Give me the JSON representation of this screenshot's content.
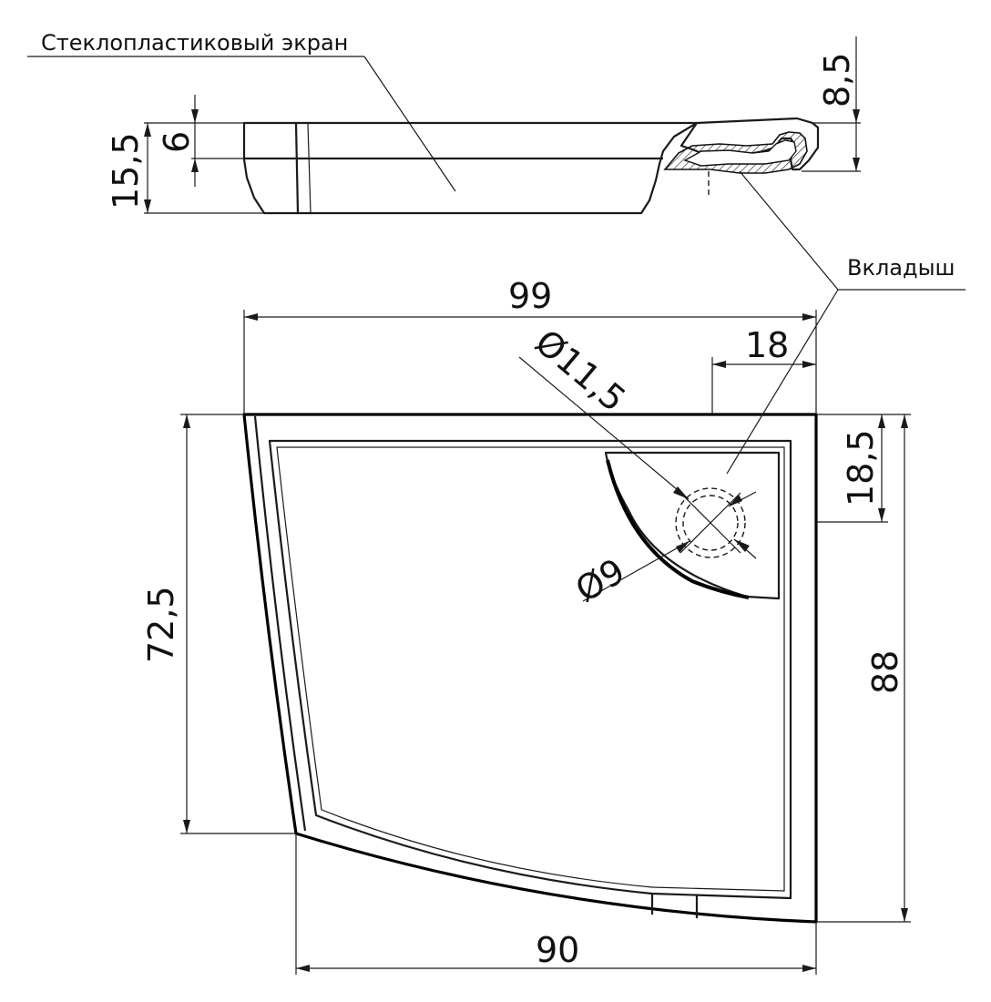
{
  "labels": {
    "screen": "Стеклопластиковый экран",
    "insert": "Вкладыш"
  },
  "dimensions": {
    "height_total": "15,5",
    "height_rim": "6",
    "height_right": "8,5",
    "width_top": "99",
    "width_corner": "18",
    "drain_outer": "Ø11,5",
    "drain_inner": "Ø9",
    "left_side": "72,5",
    "corner_depth": "18,5",
    "right_side": "88",
    "width_bottom": "90"
  }
}
